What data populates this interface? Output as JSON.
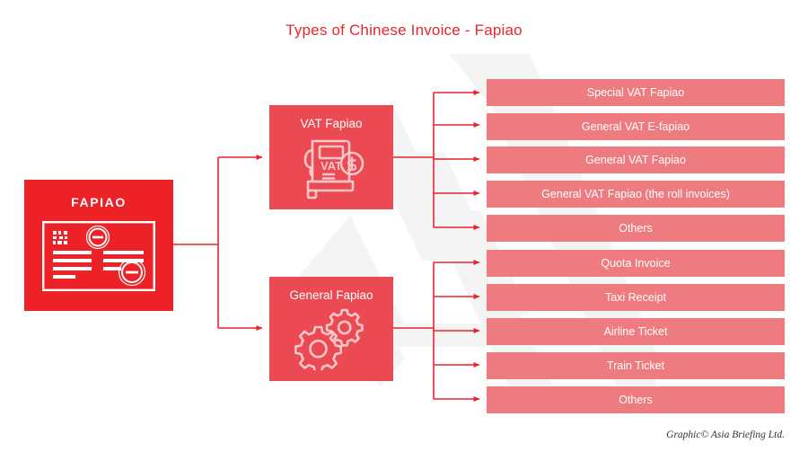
{
  "title": "Types of Chinese Invoice - Fapiao",
  "credit": "Graphic© Asia Briefing Ltd.",
  "colors": {
    "root_red": "#ec2227",
    "branch_red": "#ec4a52",
    "leaf_salmon": "#ee7b80",
    "title_red": "#e8262d",
    "connector_red": "#e5252b",
    "watermark_gray": "#f4f4f4",
    "background": "#ffffff",
    "text_white": "#ffffff"
  },
  "root": {
    "label": "FAPIAO",
    "icon": "invoice-icon"
  },
  "branches": [
    {
      "label": "VAT Fapiao",
      "icon": "vat-receipt-icon",
      "children": [
        "Special VAT Fapiao",
        "General VAT E-fapiao",
        "General VAT Fapiao",
        "General VAT Fapiao (the roll invoices)",
        "Others"
      ]
    },
    {
      "label": "General Fapiao",
      "icon": "gears-icon",
      "children": [
        "Quota Invoice",
        "Taxi Receipt",
        "Airline Ticket",
        "Train Ticket",
        "Others"
      ]
    }
  ],
  "leaves": [
    "Special VAT Fapiao",
    "General VAT E-fapiao",
    "General VAT Fapiao",
    "General VAT Fapiao (the roll invoices)",
    "Others",
    "Quota Invoice",
    "Taxi Receipt",
    "Airline Ticket",
    "Train Ticket",
    "Others"
  ]
}
